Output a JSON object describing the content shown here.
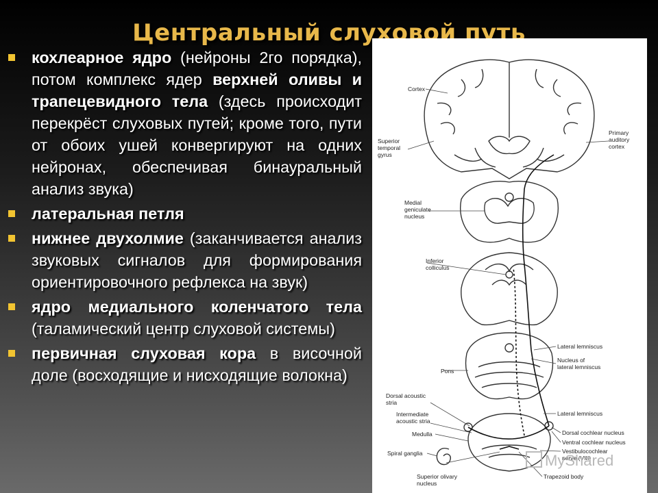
{
  "slide": {
    "title": "Центральный слуховой путь",
    "bullets": [
      {
        "bold": "кохлеарное ядро",
        "text": " (нейроны 2го порядка), потом комплекс ядер ",
        "bold2": "верхней оливы и трапецевидного тела",
        "text2": " (здесь происходит перекрёст слуховых путей; кроме того, пути от обоих ушей конвергируют на одних нейронах, обеспечивая бинауральный анализ звука)"
      },
      {
        "bold": "латеральная петля",
        "text": "",
        "bold2": "",
        "text2": ""
      },
      {
        "bold": "нижнее двухолмие",
        "text": " (заканчивается анализ звуковых сигналов для формирования ориентировочного рефлекса на звук)",
        "bold2": "",
        "text2": ""
      },
      {
        "bold": "ядро медиального коленчатого тела",
        "text": " (таламический центр слуховой системы)",
        "bold2": "",
        "text2": ""
      },
      {
        "bold": "первичная слуховая кора",
        "text": " в височной доле (восходящие и нисходящие волокна)",
        "bold2": "",
        "text2": ""
      }
    ]
  },
  "figure": {
    "labels": {
      "cortex": "Cortex",
      "superior_temporal_gyrus": [
        "Superior",
        "temporal",
        "gyrus"
      ],
      "primary_auditory_cortex": [
        "Primary",
        "auditory",
        "cortex"
      ],
      "medial_geniculate_nucleus": [
        "Medial",
        "geniculate",
        "nucleus"
      ],
      "inferior_colliculus": [
        "Inferior",
        "colliculus"
      ],
      "lateral_lemniscus_1": "Lateral lemniscus",
      "nucleus_lateral_lemniscus": [
        "Nucleus of",
        "lateral lemniscus"
      ],
      "pons": "Pons",
      "dorsal_acoustic_stria": [
        "Dorsal acoustic",
        "stria"
      ],
      "intermediate_acoustic_stria": [
        "Intermediate",
        "acoustic stria"
      ],
      "lateral_lemniscus_2": "Lateral lemniscus",
      "medulla": "Medulla",
      "dorsal_cochlear_nucleus": "Dorsal cochlear nucleus",
      "ventral_cochlear_nucleus": "Ventral cochlear nucleus",
      "vestibulocochlear_nerve": [
        "Vestibulocochlear",
        "nerve (VIII)"
      ],
      "spiral_ganglia": "Spiral ganglia",
      "superior_olivary_nucleus": [
        "Superior olivary",
        "nucleus"
      ],
      "trapezoid_body": "Trapezoid body"
    },
    "watermark": "MyShared"
  }
}
